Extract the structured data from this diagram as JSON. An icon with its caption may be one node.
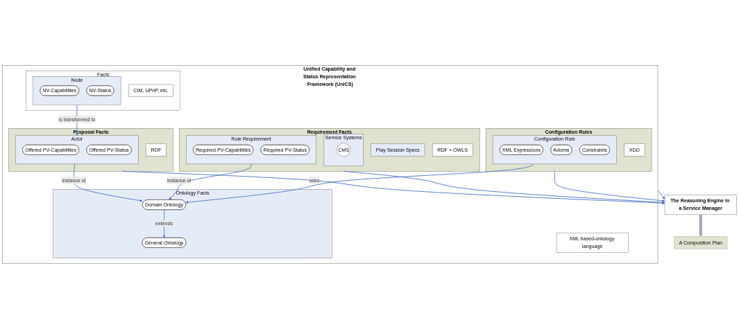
{
  "diagram": {
    "nodes": [
      {
        "text": [
          "Unified Capability and Status Representation Framework (UniCS)"
        ]
      },
      {
        "text": [
          "Ontology Facts"
        ],
        "in": 0
      },
      {
        "text": [
          "General Ontology"
        ],
        "in": 1
      },
      {
        "text": [
          "Domain Ontology"
        ],
        "in": 1
      },
      {
        "text": [
          "XML based-ontology language"
        ],
        "in": 0
      },
      {
        "text": [
          "Facts"
        ],
        "in": 0
      },
      {
        "text": [
          "Node"
        ],
        "in": 5
      },
      {
        "text": [
          "NV-Capabilities"
        ],
        "in": 6
      },
      {
        "text": [
          "NV-Status"
        ],
        "in": 6
      },
      {
        "text": [
          "CIM, UPnP, etc."
        ],
        "in": 5
      },
      {
        "text": [
          "Proposal Facts"
        ],
        "in": 0
      },
      {
        "text": [
          "Actor"
        ],
        "in": 10
      },
      {
        "text": [
          "Offered PV-Capabilities"
        ],
        "in": 11
      },
      {
        "text": [
          "Offered PV-Status"
        ],
        "in": 11
      },
      {
        "text": [
          "RDF"
        ],
        "in": 10
      },
      {
        "text": [
          "Requirement Facts"
        ],
        "in": 0
      },
      {
        "text": [
          "Role Requirement"
        ],
        "in": 15
      },
      {
        "text": [
          "Required PV-Capabilities"
        ],
        "in": 16
      },
      {
        "text": [
          "Required PV-Status"
        ],
        "in": 16
      },
      {
        "text": [
          "Play Session Specs"
        ],
        "in": 15
      },
      {
        "text": [
          "Service Systems"
        ],
        "in": 15
      },
      {
        "text": [
          "CMS"
        ],
        "in": 20
      },
      {
        "text": [
          "RDF + OWLS"
        ],
        "in": 15
      },
      {
        "text": [
          "Configuration Rules"
        ],
        "in": 0
      },
      {
        "text": [
          "Configuration Rule"
        ],
        "in": 23
      },
      {
        "text": [
          "XML Expressions"
        ],
        "in": 24
      },
      {
        "text": [
          "Axioms"
        ],
        "in": 24
      },
      {
        "text": [
          "Constraints"
        ],
        "in": 24
      },
      {
        "text": [
          "XDD"
        ],
        "in": 23
      },
      {
        "text": [
          "The Reasoning Engine in a Service Manager"
        ]
      },
      {
        "text": [
          "A Composition Plan"
        ]
      }
    ],
    "edges": [
      {
        "from": 3,
        "to": 2,
        "arrow": "to",
        "label": "extends"
      },
      {
        "from": 11,
        "to": 3,
        "arrow": "to",
        "label": "instance of"
      },
      {
        "from": 16,
        "to": 3,
        "arrow": "to",
        "label": "instance of"
      },
      {
        "from": 24,
        "to": 3,
        "arrow": "to",
        "label": "uses"
      },
      {
        "from": 6,
        "to": 11,
        "arrow": "to",
        "label": "is transformed to"
      },
      {
        "from": 10,
        "to": 29,
        "arrow": "to"
      },
      {
        "from": 15,
        "to": 29,
        "arrow": "to"
      },
      {
        "from": 23,
        "to": 29,
        "arrow": "to"
      },
      {
        "from": 0,
        "to": 29,
        "arrow": "to"
      },
      {
        "from": 29,
        "to": 30,
        "arrow": "to",
        "style": "thick",
        "color": "#9aa5b8"
      }
    ]
  }
}
